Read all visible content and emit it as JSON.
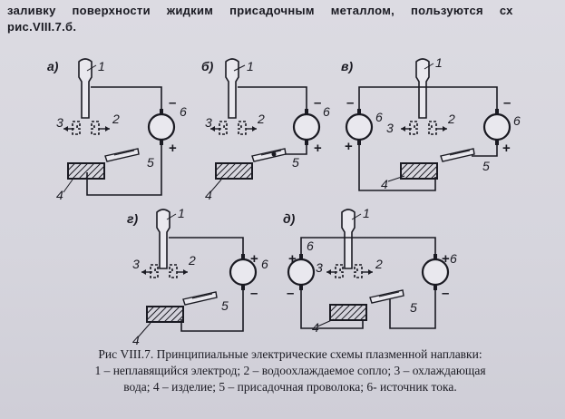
{
  "text_top": {
    "line1_words": [
      "заливку",
      "поверхности",
      "жидким",
      "присадочным",
      "металлом,",
      "пользуются",
      "сх"
    ],
    "line2": "рис.VIII.7.б."
  },
  "diagrams": [
    {
      "id": "a",
      "label": "а)",
      "numbers": {
        "n1": "1",
        "n2": "2",
        "n3": "3",
        "n4": "4",
        "n5": "5",
        "n6": "6"
      },
      "minus": "–",
      "plus": "+"
    },
    {
      "id": "b",
      "label": "б)",
      "numbers": {
        "n1": "1",
        "n2": "2",
        "n3": "3",
        "n4": "4",
        "n5": "5",
        "n6": "6"
      },
      "minus": "–",
      "plus": "+"
    },
    {
      "id": "v",
      "label": "в)",
      "numbers": {
        "n1": "1",
        "n2": "2",
        "n3": "3",
        "n4": "4",
        "n5": "5",
        "n6": "6",
        "n6b": "6"
      },
      "minus": "–",
      "plus": "+"
    },
    {
      "id": "g",
      "label": "г)",
      "numbers": {
        "n1": "1",
        "n2": "2",
        "n3": "3",
        "n4": "4",
        "n5": "5",
        "n6": "6"
      },
      "minus": "–",
      "plus": "+"
    },
    {
      "id": "d",
      "label": "д)",
      "numbers": {
        "n1": "1",
        "n2": "2",
        "n3": "3",
        "n4": "4",
        "n5": "5",
        "n6": "6",
        "n6b": "6"
      },
      "minus": "–",
      "plus": "+"
    }
  ],
  "caption": {
    "line1": "Рис VIII.7. Принципиальные электрические схемы плазменной наплавки:",
    "line2": "1 – неплавящийся электрод; 2 – водоохлаждаемое сопло; 3 – охлаждающая",
    "line3": "вода; 4 – изделие; 5 – присадочная проволока; 6- источник тока."
  }
}
